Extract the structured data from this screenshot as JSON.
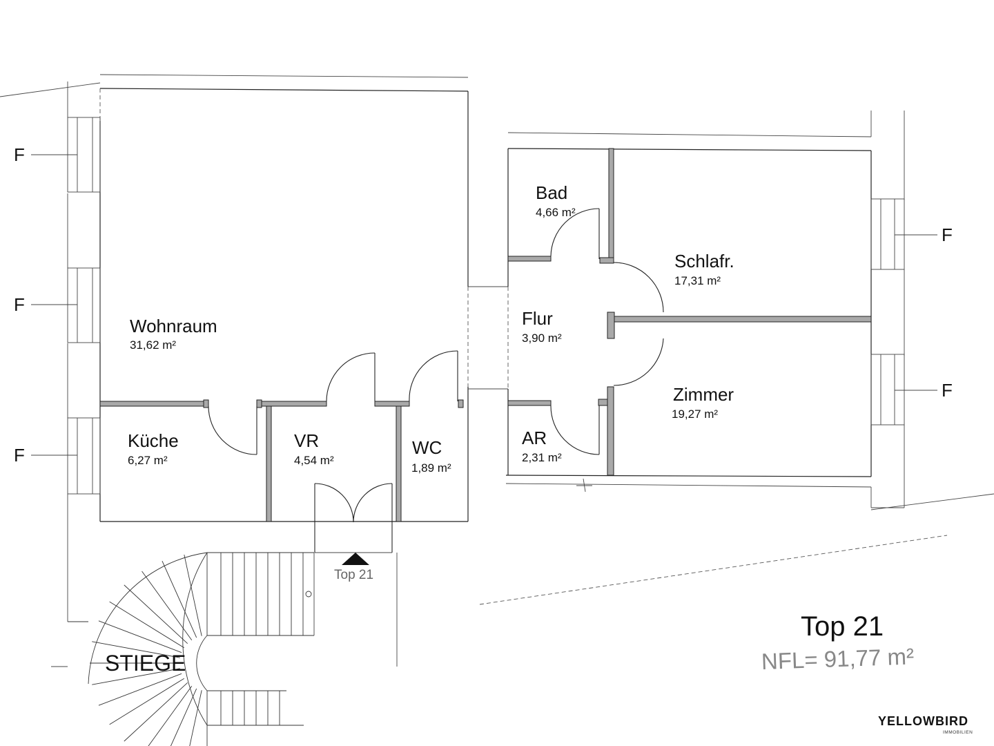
{
  "rooms": {
    "wohnraum": {
      "name": "Wohnraum",
      "area": "31,62 m²"
    },
    "kueche": {
      "name": "Küche",
      "area": "6,27 m²"
    },
    "vr": {
      "name": "VR",
      "area": "4,54 m²"
    },
    "wc": {
      "name": "WC",
      "area": "1,89 m²"
    },
    "bad": {
      "name": "Bad",
      "area": "4,66 m²"
    },
    "schlafr": {
      "name": "Schlafr.",
      "area": "17,31 m²"
    },
    "flur": {
      "name": "Flur",
      "area": "3,90 m²"
    },
    "zimmer": {
      "name": "Zimmer",
      "area": "19,27 m²"
    },
    "ar": {
      "name": "AR",
      "area": "2,31 m²"
    }
  },
  "stairs_label": "STIEGE",
  "window_label": "F",
  "entrance_label": "Top 21",
  "unit": {
    "title": "Top 21",
    "area": "NFL= 91,77 m²"
  },
  "logo": {
    "wordmark": "YELLOWBIRD",
    "subline": "IMMOBILIEN"
  },
  "colors": {
    "line": "#222222",
    "wall_fill": "#a9a9a9",
    "area_text": "#888888"
  }
}
